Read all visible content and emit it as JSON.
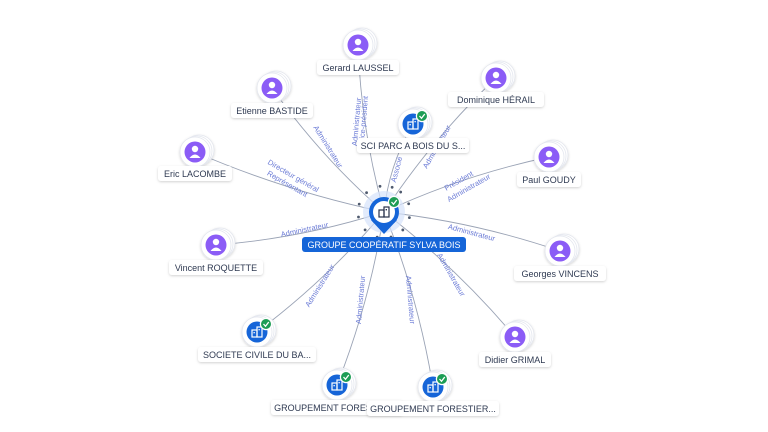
{
  "graph": {
    "center": {
      "label": "GROUPE COOPÉRATIF SYLVA BOIS",
      "type": "company",
      "verified": true
    },
    "nodes": [
      {
        "id": "laussel",
        "label": "Gerard LAUSSEL",
        "type": "person",
        "edge_labels": [
          "Vice-président",
          "Administrateur"
        ]
      },
      {
        "id": "bastide",
        "label": "Etienne BASTIDE",
        "type": "person",
        "edge_labels": [
          "Administrateur"
        ]
      },
      {
        "id": "sci",
        "label": "SCI PARC A BOIS DU S...",
        "type": "company",
        "verified": true,
        "edge_labels": [
          "Associé"
        ]
      },
      {
        "id": "herail",
        "label": "Dominique HÉRAIL",
        "type": "person",
        "edge_labels": [
          "Administrateur"
        ]
      },
      {
        "id": "lacombe",
        "label": "Eric LACOMBE",
        "type": "person",
        "edge_labels": [
          "Directeur général",
          "Représentant"
        ]
      },
      {
        "id": "goudy",
        "label": "Paul GOUDY",
        "type": "person",
        "edge_labels": [
          "Président",
          "Administrateur"
        ]
      },
      {
        "id": "roquette",
        "label": "Vincent ROQUETTE",
        "type": "person",
        "edge_labels": [
          "Administrateur"
        ]
      },
      {
        "id": "vincens",
        "label": "Georges VINCENS",
        "type": "person",
        "edge_labels": [
          "Administrateur"
        ]
      },
      {
        "id": "scb",
        "label": "SOCIETE CIVILE DU BA...",
        "type": "company",
        "verified": true,
        "edge_labels": [
          "Administrateur"
        ]
      },
      {
        "id": "grimal",
        "label": "Didier GRIMAL",
        "type": "person",
        "edge_labels": [
          "Administrateur"
        ]
      },
      {
        "id": "gf1",
        "label": "GROUPEMENT FORESTIER...",
        "type": "company",
        "verified": true,
        "edge_labels": [
          "Administrateur"
        ]
      },
      {
        "id": "gf2",
        "label": "GROUPEMENT FORESTIER...",
        "type": "company",
        "verified": true,
        "edge_labels": [
          "Administrateur"
        ]
      }
    ]
  },
  "colors": {
    "person": "#8b5cf6",
    "company": "#1565d8",
    "verified": "#1f9d55",
    "edge": "#9aa3b5",
    "edge_label": "#6b7bd6",
    "label_text": "#2f3a52"
  },
  "icons": {
    "person": "person-icon",
    "company": "building-icon",
    "verified": "check-badge-icon"
  }
}
